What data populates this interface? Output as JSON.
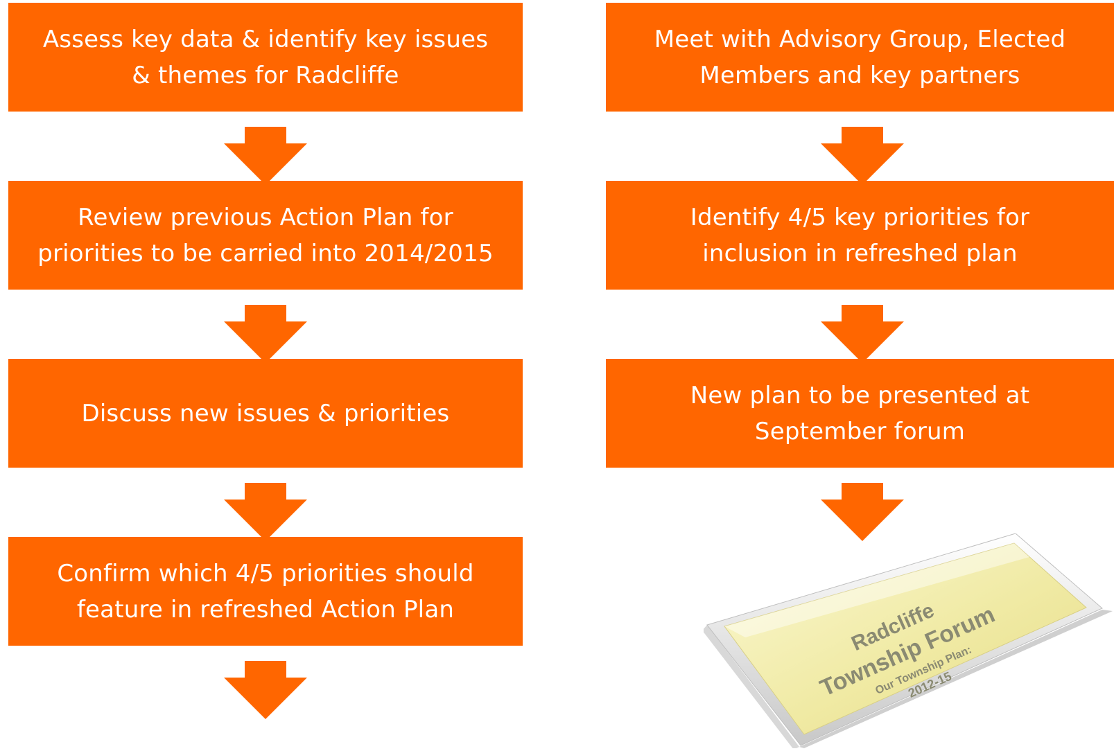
{
  "diagram": {
    "accent_color": "#ff6600",
    "text_color": "#ffffff",
    "left_column": [
      {
        "text": "Assess key data & identify key issues\n& themes for Radcliffe"
      },
      {
        "text": "Review previous Action Plan for\npriorities to be carried into 2014/2015"
      },
      {
        "text": "Discuss new issues & priorities"
      },
      {
        "text": "Confirm which 4/5 priorities should\nfeature in refreshed Action Plan"
      }
    ],
    "right_column": [
      {
        "text": "Meet with Advisory Group, Elected\nMembers and key partners"
      },
      {
        "text": "Identify 4/5 key priorities for\ninclusion in refreshed plan"
      },
      {
        "text": "New plan to be presented at\nSeptember forum"
      }
    ],
    "document_cover": {
      "line1": "Radcliffe",
      "line2": "Township Forum",
      "line3": "Our Township Plan:",
      "line4": "2012-15"
    }
  }
}
